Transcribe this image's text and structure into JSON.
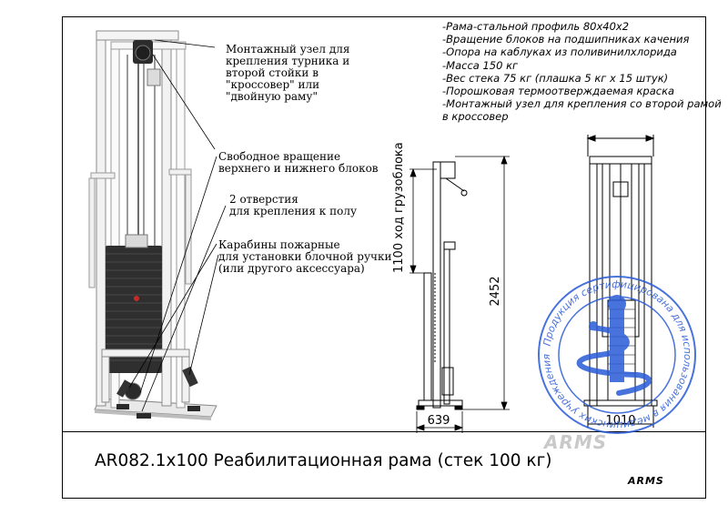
{
  "callouts": {
    "mount": "Монтажный узел для\nкрепления турника и\nвторой стойки в\n\"кроссовер\" или\n\"двойную раму\"",
    "rotation": "Свободное вращение\nверхнего и нижнего блоков",
    "holes": "2 отверстия\nдля крепления к полу",
    "carabiners": "Карабины пожарные\nдля установки блочной ручки\n(или другого аксессуара)"
  },
  "specs": [
    "-Рама-стальной профиль 80х40х2",
    "-Вращение блоков на подшипниках качения",
    "-Опора на каблуках из поливинилхлорида",
    "-Масса 150 кг",
    "-Вес стека 75 кг (плашка 5 кг х 15 штук)",
    "-Порошковая термоотверждаемая краска",
    "-Монтажный узел для крепления со второй рамой",
    "в кроссовер"
  ],
  "dimensions": {
    "stroke": "1100 ход грузоблока",
    "height": "2452",
    "depth": "639",
    "width": "1010"
  },
  "stamp_text": "Продукция сертифицирована для использования в медицинских учреждениях",
  "title": "AR082.1х100 Реабилитационная рама (стек 100 кг)",
  "logos": {
    "primary": "ARMS",
    "secondary": "ARMS"
  },
  "colors": {
    "frame": "#eeeeee",
    "stack": "#2f2f2f",
    "stamp": "#2a5bd7",
    "logo_red": "#d23a2a"
  }
}
